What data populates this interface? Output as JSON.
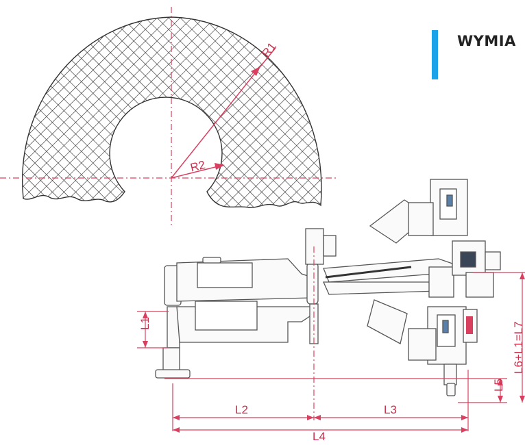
{
  "header": {
    "title": "WYMIA"
  },
  "colors": {
    "accent": "#1aa3e8",
    "dimension": "#d9405f",
    "drawing": "#555555"
  },
  "labels": {
    "r1": "R1",
    "r2": "R2",
    "l1": "L1",
    "l2": "L2",
    "l3": "L3",
    "l4": "L4",
    "l5": "L5",
    "l6l1l7": "L6+L1=L7"
  }
}
